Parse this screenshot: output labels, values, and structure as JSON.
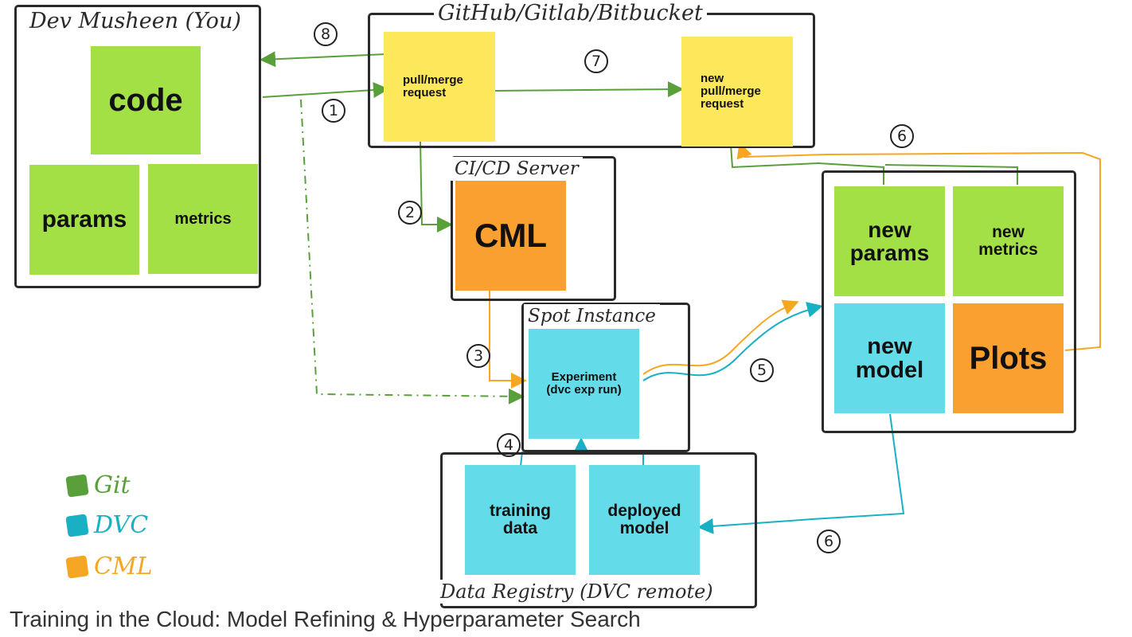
{
  "frames": {
    "dev": "Dev Musheen (You)",
    "vcs": "GitHub/Gitlab/Bitbucket",
    "ci": "CI/CD Server",
    "spot": "Spot Instance",
    "registry": "Data Registry (DVC remote)"
  },
  "notes": {
    "code": "code",
    "params": "params",
    "metrics": "metrics",
    "pull_request": "pull/merge\nrequest",
    "new_pull_request": "new\npull/merge\nrequest",
    "cml": "CML",
    "experiment": "Experiment\n(dvc exp run)",
    "training_data": "training\ndata",
    "deployed_model": "deployed\nmodel",
    "new_params": "new\nparams",
    "new_metrics": "new\nmetrics",
    "new_model": "new\nmodel",
    "plots": "Plots"
  },
  "steps": {
    "s1": "1",
    "s2": "2",
    "s3": "3",
    "s4": "4",
    "s5": "5",
    "s6a": "6",
    "s6b": "6",
    "s7": "7",
    "s8": "8"
  },
  "legend": {
    "git": {
      "label": "Git",
      "color": "#5aa03a"
    },
    "dvc": {
      "label": "DVC",
      "color": "#1ab0c4"
    },
    "cml": {
      "label": "CML",
      "color": "#f5a623"
    }
  },
  "caption": "Training in the Cloud: Model Refining & Hyperparameter Search"
}
